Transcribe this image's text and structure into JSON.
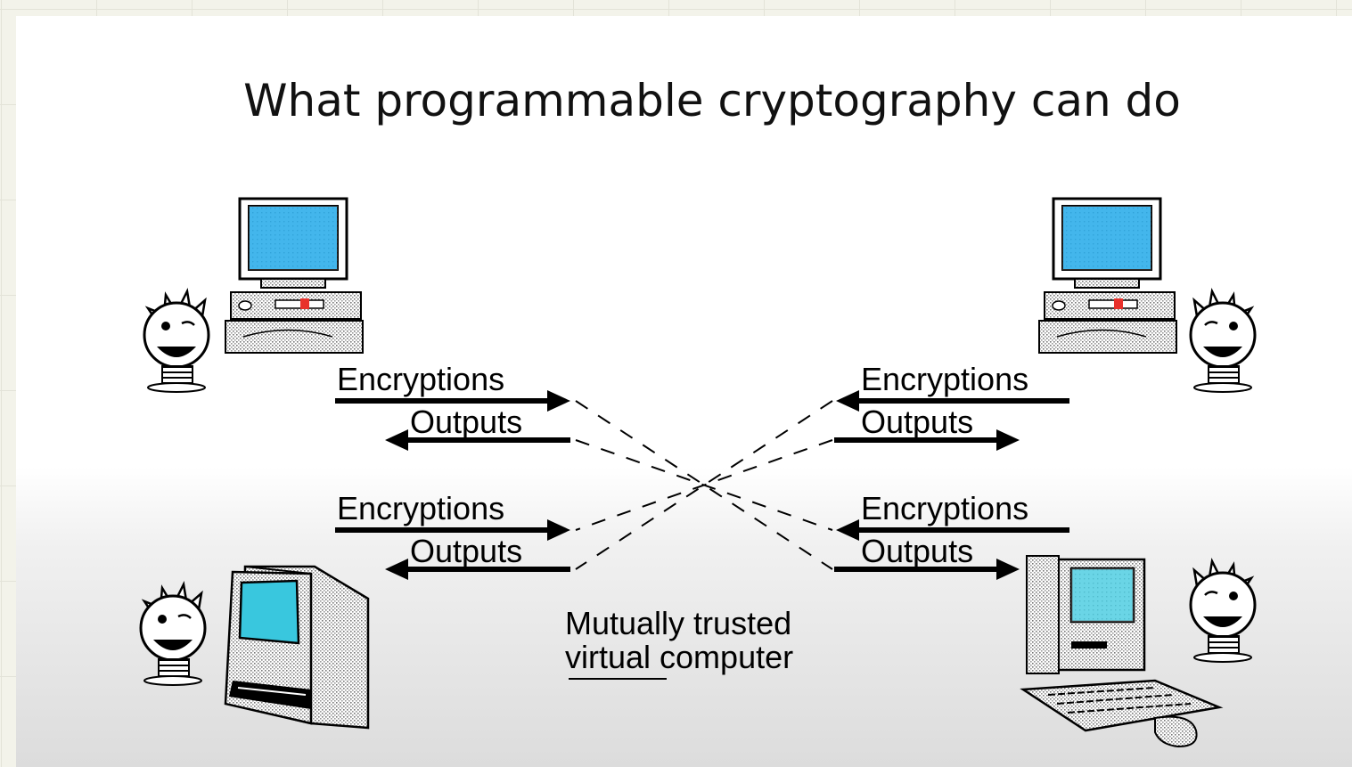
{
  "slide": {
    "title": "What programmable cryptography can do"
  },
  "diagram": {
    "parties": [
      {
        "id": "top-left",
        "device": "desktop-pc-icon",
        "person": "cartoon-face-icon"
      },
      {
        "id": "top-right",
        "device": "desktop-pc-icon",
        "person": "cartoon-face-icon"
      },
      {
        "id": "bottom-left",
        "device": "compact-mac-icon",
        "person": "cartoon-face-icon"
      },
      {
        "id": "bottom-right",
        "device": "mac-with-keyboard-icon",
        "person": "cartoon-face-icon"
      }
    ],
    "labels": {
      "tl_enc": "Encryptions",
      "tl_out": "Outputs",
      "tr_enc": "Encryptions",
      "tr_out": "Outputs",
      "bl_enc": "Encryptions",
      "bl_out": "Outputs",
      "br_enc": "Encryptions",
      "br_out": "Outputs"
    },
    "center": {
      "line1": "Mutually trusted",
      "line2": "virtual computer"
    },
    "colors": {
      "screen": "#1aa6e8",
      "screen_light": "#39c7de",
      "accent_red": "#e8312c"
    }
  }
}
